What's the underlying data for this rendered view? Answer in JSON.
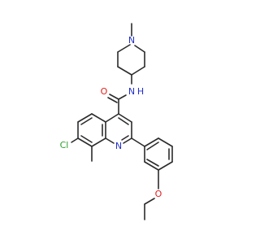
{
  "molecule": {
    "atom_labels": {
      "N_piperidine": "N",
      "N_amide": "N",
      "H_amide": "H",
      "O_carbonyl": "O",
      "N_quinoline": "N",
      "Cl": "Cl",
      "O_ether": "O"
    },
    "colors": {
      "bond": "#2b2b2b",
      "nitrogen": "#2330c8",
      "oxygen": "#e0201c",
      "chlorine": "#2e9e2e"
    }
  }
}
